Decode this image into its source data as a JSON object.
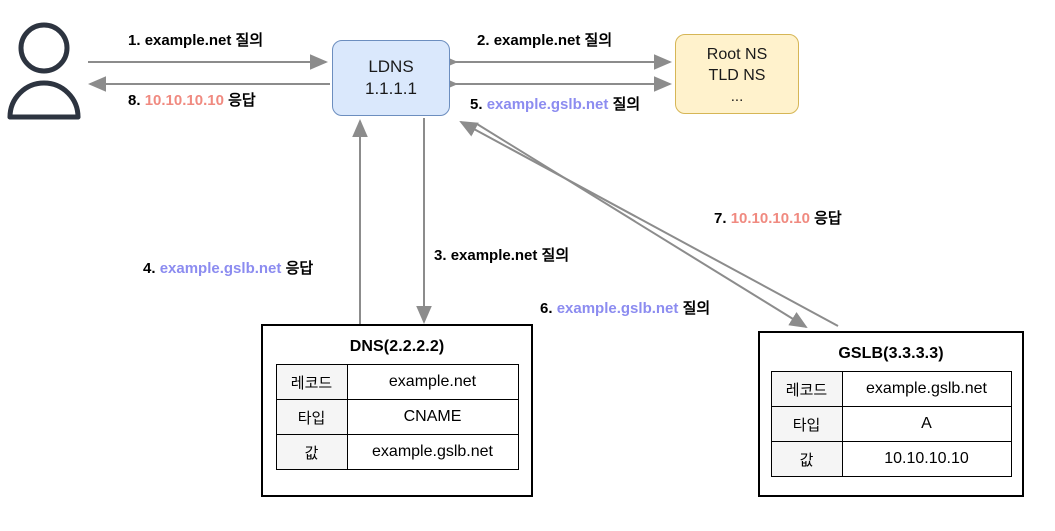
{
  "diagram": {
    "title": "DNS + GSLB resolution flow",
    "colors": {
      "arrow": "#8c8c8c",
      "ldns_fill": "#dae8fc",
      "ldns_stroke": "#6c8ebf",
      "rootns_fill": "#fff2cc",
      "rootns_stroke": "#d6b656",
      "purple": "#8c8cf0",
      "red": "#f08a80",
      "person": "#2d3440",
      "box_border": "#000000",
      "table_key_bg": "#f5f5f5"
    }
  },
  "nodes": {
    "client": {
      "icon": "person-icon",
      "label": ""
    },
    "ldns": {
      "line1": "LDNS",
      "line2": "1.1.1.1"
    },
    "rootns": {
      "line1": "Root NS",
      "line2": "TLD NS",
      "line3": "..."
    }
  },
  "steps": [
    {
      "num": "1.",
      "text": " example.net 질의",
      "accent": "",
      "accent_text": ""
    },
    {
      "num": "2.",
      "text": " example.net 질의",
      "accent": "",
      "accent_text": ""
    },
    {
      "num": "3.",
      "text": " example.net 질의",
      "accent": "",
      "accent_text": ""
    },
    {
      "num": "4.",
      "text": " 응답",
      "accent": "purple",
      "accent_text": "example.gslb.net"
    },
    {
      "num": "5.",
      "text": " 질의",
      "accent": "purple",
      "accent_text": "example.gslb.net"
    },
    {
      "num": "6.",
      "text": " 질의",
      "accent": "purple",
      "accent_text": "example.gslb.net"
    },
    {
      "num": "7.",
      "text": " 응답",
      "accent": "red",
      "accent_text": "10.10.10.10"
    },
    {
      "num": "8.",
      "text": " 응답",
      "accent": "red",
      "accent_text": "10.10.10.10"
    }
  ],
  "labels": {
    "step1_num": "1.",
    "step1_rest": "example.net 질의",
    "step8_num": "8.",
    "step8_ip": "10.10.10.10",
    "step8_rest": "응답",
    "step2_num": "2.",
    "step2_rest": "example.net 질의",
    "step5_num": "5.",
    "step5_domain": "example.gslb.net",
    "step5_rest": "질의",
    "step4_num": "4.",
    "step4_domain": "example.gslb.net",
    "step4_rest": "응답",
    "step3_num": "3.",
    "step3_rest": "example.net 질의",
    "step6_num": "6.",
    "step6_domain": "example.gslb.net",
    "step6_rest": "질의",
    "step7_num": "7.",
    "step7_ip": "10.10.10.10",
    "step7_rest": "응답"
  },
  "dns_box": {
    "title": "DNS(2.2.2.2)",
    "rows": [
      {
        "key": "레코드",
        "value": "example.net",
        "value_style": "plain"
      },
      {
        "key": "타입",
        "value": "CNAME",
        "value_style": "plain"
      },
      {
        "key": "값",
        "value": "example.gslb.net",
        "value_style": "purple"
      }
    ]
  },
  "gslb_box": {
    "title": "GSLB(3.3.3.3)",
    "rows": [
      {
        "key": "레코드",
        "value": "example.gslb.net",
        "value_style": "plain"
      },
      {
        "key": "타입",
        "value": "A",
        "value_style": "plain"
      },
      {
        "key": "값",
        "value": "10.10.10.10",
        "value_style": "red"
      }
    ]
  }
}
